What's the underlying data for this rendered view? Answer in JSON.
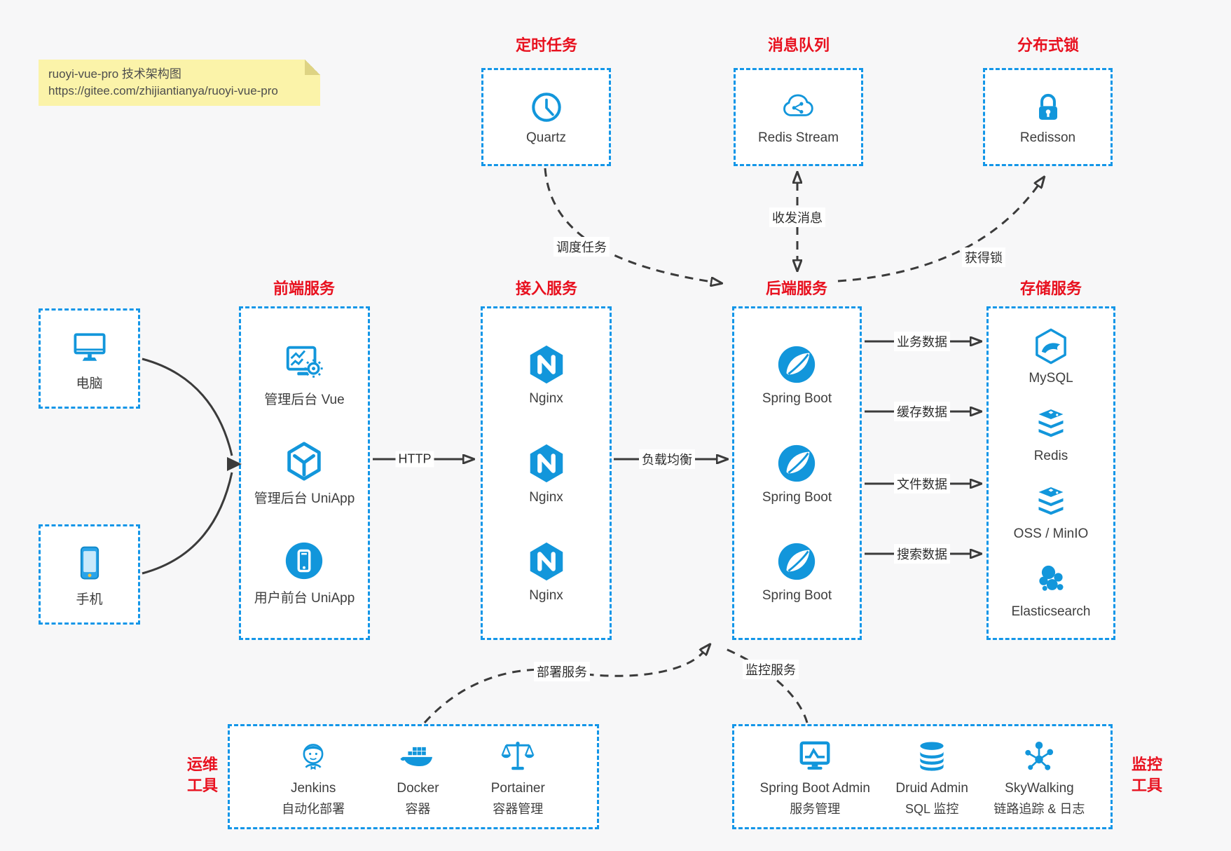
{
  "note": {
    "title": "ruoyi-vue-pro 技术架构图",
    "url": "https://gitee.com/zhijiantianya/ruoyi-vue-pro"
  },
  "colors": {
    "accent_blue": "#1296db",
    "border_blue": "#1396e8",
    "title_red": "#e8111f",
    "arrow_dark": "#3b3b3b",
    "note_bg": "#fbf3a9",
    "canvas_bg": "#f7f7f8"
  },
  "top_groups": [
    {
      "title": "定时任务",
      "item": {
        "icon": "clock-icon",
        "label": "Quartz"
      }
    },
    {
      "title": "消息队列",
      "item": {
        "icon": "cloud-share-icon",
        "label": "Redis Stream"
      }
    },
    {
      "title": "分布式锁",
      "item": {
        "icon": "lock-icon",
        "label": "Redisson"
      }
    }
  ],
  "clients": [
    {
      "icon": "desktop-icon",
      "label": "电脑"
    },
    {
      "icon": "smartphone-icon",
      "label": "手机"
    }
  ],
  "service_groups": [
    {
      "title": "前端服务",
      "items": [
        {
          "icon": "admin-vue-icon",
          "label": "管理后台 Vue"
        },
        {
          "icon": "uniapp-cube-icon",
          "label": "管理后台 UniApp"
        },
        {
          "icon": "user-app-icon",
          "label": "用户前台 UniApp"
        }
      ]
    },
    {
      "title": "接入服务",
      "items": [
        {
          "icon": "nginx-icon",
          "label": "Nginx"
        },
        {
          "icon": "nginx-icon",
          "label": "Nginx"
        },
        {
          "icon": "nginx-icon",
          "label": "Nginx"
        }
      ]
    },
    {
      "title": "后端服务",
      "items": [
        {
          "icon": "spring-boot-icon",
          "label": "Spring Boot"
        },
        {
          "icon": "spring-boot-icon",
          "label": "Spring Boot"
        },
        {
          "icon": "spring-boot-icon",
          "label": "Spring Boot"
        }
      ]
    },
    {
      "title": "存储服务",
      "items": [
        {
          "icon": "mysql-icon",
          "label": "MySQL"
        },
        {
          "icon": "redis-icon",
          "label": "Redis"
        },
        {
          "icon": "storage-stack-icon",
          "label": "OSS / MinIO"
        },
        {
          "icon": "elasticsearch-icon",
          "label": "Elasticsearch"
        }
      ]
    }
  ],
  "tool_groups": [
    {
      "side_label_line1": "运维",
      "side_label_line2": "工具",
      "items": [
        {
          "icon": "jenkins-icon",
          "name": "Jenkins",
          "desc": "自动化部署"
        },
        {
          "icon": "docker-icon",
          "name": "Docker",
          "desc": "容器"
        },
        {
          "icon": "portainer-icon",
          "name": "Portainer",
          "desc": "容器管理"
        }
      ]
    },
    {
      "side_label_line1": "监控",
      "side_label_line2": "工具",
      "items": [
        {
          "icon": "sba-icon",
          "name": "Spring Boot Admin",
          "desc": "服务管理"
        },
        {
          "icon": "druid-icon",
          "name": "Druid Admin",
          "desc": "SQL 监控"
        },
        {
          "icon": "skywalking-icon",
          "name": "SkyWalking",
          "desc": "链路追踪 & 日志"
        }
      ]
    }
  ],
  "edges": {
    "http": "HTTP",
    "load_balance": "负载均衡",
    "business_data": "业务数据",
    "cache_data": "缓存数据",
    "file_data": "文件数据",
    "search_data": "搜索数据",
    "schedule_task": "调度任务",
    "send_receive_msg": "收发消息",
    "acquire_lock": "获得锁",
    "deploy_service": "部署服务",
    "monitor_service": "监控服务"
  }
}
